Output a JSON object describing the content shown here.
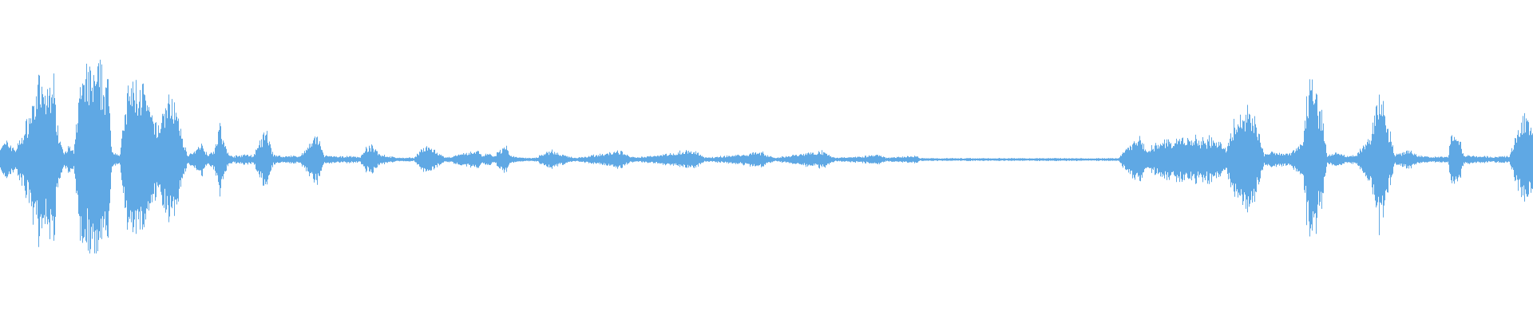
{
  "waveform": {
    "color": "#5fa8e4",
    "background": "#ffffff",
    "sample_seed": 7,
    "envelope": [
      [
        0,
        0.16
      ],
      [
        0.005,
        0.2
      ],
      [
        0.01,
        0.12
      ],
      [
        0.015,
        0.3
      ],
      [
        0.02,
        0.55
      ],
      [
        0.025,
        0.85
      ],
      [
        0.03,
        0.7
      ],
      [
        0.034,
        1.0
      ],
      [
        0.038,
        0.3
      ],
      [
        0.042,
        0.08
      ],
      [
        0.045,
        0.15
      ],
      [
        0.048,
        0.08
      ],
      [
        0.052,
        0.85
      ],
      [
        0.056,
        0.97
      ],
      [
        0.06,
        0.98
      ],
      [
        0.065,
        0.95
      ],
      [
        0.07,
        0.9
      ],
      [
        0.073,
        0.1
      ],
      [
        0.078,
        0.05
      ],
      [
        0.083,
        0.75
      ],
      [
        0.088,
        0.85
      ],
      [
        0.093,
        0.82
      ],
      [
        0.098,
        0.5
      ],
      [
        0.103,
        0.35
      ],
      [
        0.108,
        0.65
      ],
      [
        0.113,
        0.68
      ],
      [
        0.118,
        0.3
      ],
      [
        0.122,
        0.06
      ],
      [
        0.127,
        0.08
      ],
      [
        0.131,
        0.2
      ],
      [
        0.135,
        0.06
      ],
      [
        0.14,
        0.12
      ],
      [
        0.143,
        0.4
      ],
      [
        0.146,
        0.18
      ],
      [
        0.15,
        0.04
      ],
      [
        0.155,
        0.04
      ],
      [
        0.16,
        0.06
      ],
      [
        0.165,
        0.04
      ],
      [
        0.171,
        0.25
      ],
      [
        0.174,
        0.3
      ],
      [
        0.178,
        0.06
      ],
      [
        0.185,
        0.03
      ],
      [
        0.19,
        0.05
      ],
      [
        0.195,
        0.03
      ],
      [
        0.203,
        0.2
      ],
      [
        0.207,
        0.26
      ],
      [
        0.211,
        0.05
      ],
      [
        0.22,
        0.03
      ],
      [
        0.227,
        0.04
      ],
      [
        0.235,
        0.03
      ],
      [
        0.238,
        0.12
      ],
      [
        0.243,
        0.15
      ],
      [
        0.248,
        0.06
      ],
      [
        0.255,
        0.03
      ],
      [
        0.26,
        0.02
      ],
      [
        0.27,
        0.02
      ],
      [
        0.275,
        0.12
      ],
      [
        0.28,
        0.14
      ],
      [
        0.285,
        0.08
      ],
      [
        0.29,
        0.02
      ],
      [
        0.312,
        0.1
      ],
      [
        0.315,
        0.04
      ],
      [
        0.318,
        0.08
      ],
      [
        0.322,
        0.03
      ],
      [
        0.33,
        0.17
      ],
      [
        0.333,
        0.04
      ],
      [
        0.34,
        0.02
      ],
      [
        0.35,
        0.02
      ],
      [
        0.355,
        0.08
      ],
      [
        0.36,
        0.1
      ],
      [
        0.365,
        0.06
      ],
      [
        0.37,
        0.04
      ],
      [
        0.375,
        0.02
      ],
      [
        0.4,
        0.08
      ],
      [
        0.405,
        0.1
      ],
      [
        0.41,
        0.04
      ],
      [
        0.415,
        0.02
      ],
      [
        0.442,
        0.08
      ],
      [
        0.448,
        0.1
      ],
      [
        0.455,
        0.08
      ],
      [
        0.46,
        0.02
      ],
      [
        0.487,
        0.06
      ],
      [
        0.492,
        0.09
      ],
      [
        0.497,
        0.08
      ],
      [
        0.502,
        0.04
      ],
      [
        0.505,
        0.02
      ],
      [
        0.53,
        0.08
      ],
      [
        0.536,
        0.1
      ],
      [
        0.542,
        0.04
      ],
      [
        0.545,
        0.02
      ],
      [
        0.575,
        0.05
      ],
      [
        0.578,
        0.02
      ],
      [
        0.598,
        0.04
      ],
      [
        0.6,
        0.015
      ],
      [
        0.65,
        0.015
      ],
      [
        0.7,
        0.015
      ],
      [
        0.73,
        0.015
      ],
      [
        0.733,
        0.1
      ],
      [
        0.737,
        0.15
      ],
      [
        0.741,
        0.25
      ],
      [
        0.745,
        0.2
      ],
      [
        0.748,
        0.1
      ],
      [
        0.752,
        0.14
      ],
      [
        0.757,
        0.2
      ],
      [
        0.765,
        0.22
      ],
      [
        0.775,
        0.22
      ],
      [
        0.785,
        0.24
      ],
      [
        0.795,
        0.22
      ],
      [
        0.8,
        0.1
      ],
      [
        0.805,
        0.4
      ],
      [
        0.81,
        0.5
      ],
      [
        0.815,
        0.6
      ],
      [
        0.82,
        0.38
      ],
      [
        0.825,
        0.05
      ],
      [
        0.83,
        0.1
      ],
      [
        0.84,
        0.06
      ],
      [
        0.85,
        0.2
      ],
      [
        0.853,
        0.7
      ],
      [
        0.856,
        0.85
      ],
      [
        0.862,
        0.6
      ],
      [
        0.866,
        0.05
      ],
      [
        0.872,
        0.08
      ],
      [
        0.878,
        0.04
      ],
      [
        0.885,
        0.05
      ],
      [
        0.895,
        0.3
      ],
      [
        0.9,
        0.75
      ],
      [
        0.905,
        0.45
      ],
      [
        0.91,
        0.05
      ],
      [
        0.92,
        0.1
      ],
      [
        0.925,
        0.04
      ],
      [
        0.935,
        0.03
      ],
      [
        0.945,
        0.03
      ],
      [
        0.947,
        0.35
      ],
      [
        0.953,
        0.2
      ],
      [
        0.955,
        0.05
      ],
      [
        0.965,
        0.04
      ],
      [
        0.975,
        0.03
      ],
      [
        0.985,
        0.04
      ],
      [
        0.99,
        0.3
      ],
      [
        0.995,
        0.5
      ],
      [
        1.0,
        0.35
      ]
    ]
  }
}
